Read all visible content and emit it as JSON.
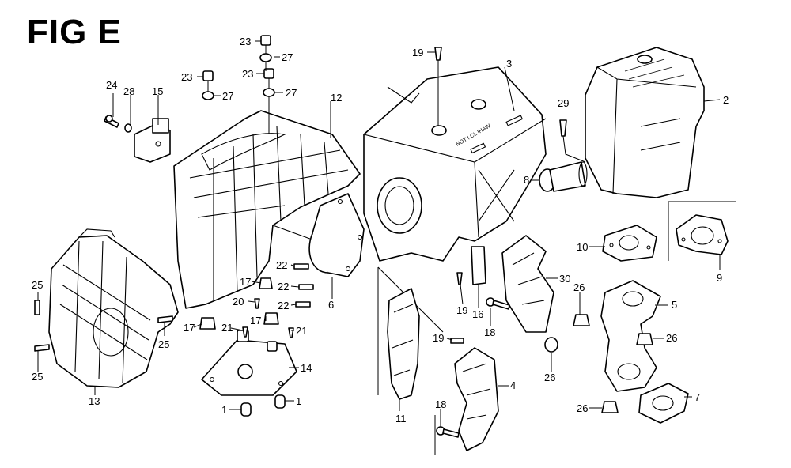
{
  "title": "FIG E",
  "stamp_text": "NOT I CL IHAW",
  "callouts": [
    {
      "id": "c23a",
      "text": "23"
    },
    {
      "id": "c27a",
      "text": "27"
    },
    {
      "id": "c23b",
      "text": "23"
    },
    {
      "id": "c27b",
      "text": "27"
    },
    {
      "id": "c23c",
      "text": "23"
    },
    {
      "id": "c27c",
      "text": "27"
    },
    {
      "id": "c24",
      "text": "24"
    },
    {
      "id": "c28",
      "text": "28"
    },
    {
      "id": "c15",
      "text": "15"
    },
    {
      "id": "c12",
      "text": "12"
    },
    {
      "id": "c19a",
      "text": "19"
    },
    {
      "id": "c3",
      "text": "3"
    },
    {
      "id": "c2",
      "text": "2"
    },
    {
      "id": "c29",
      "text": "29"
    },
    {
      "id": "c8",
      "text": "8"
    },
    {
      "id": "c10",
      "text": "10"
    },
    {
      "id": "c9",
      "text": "9"
    },
    {
      "id": "c5",
      "text": "5"
    },
    {
      "id": "c26a",
      "text": "26"
    },
    {
      "id": "c26b",
      "text": "26"
    },
    {
      "id": "c26c",
      "text": "26"
    },
    {
      "id": "c26d",
      "text": "26"
    },
    {
      "id": "c7",
      "text": "7"
    },
    {
      "id": "c30",
      "text": "30"
    },
    {
      "id": "c18a",
      "text": "18"
    },
    {
      "id": "c16",
      "text": "16"
    },
    {
      "id": "c19b",
      "text": "19"
    },
    {
      "id": "c19c",
      "text": "19"
    },
    {
      "id": "c4",
      "text": "4"
    },
    {
      "id": "c18b",
      "text": "18"
    },
    {
      "id": "c11",
      "text": "11"
    },
    {
      "id": "c6",
      "text": "6"
    },
    {
      "id": "c22a",
      "text": "22"
    },
    {
      "id": "c22b",
      "text": "22"
    },
    {
      "id": "c22c",
      "text": "22"
    },
    {
      "id": "c17a",
      "text": "17"
    },
    {
      "id": "c20",
      "text": "20"
    },
    {
      "id": "c17b",
      "text": "17"
    },
    {
      "id": "c21a",
      "text": "21"
    },
    {
      "id": "c17c",
      "text": "17"
    },
    {
      "id": "c21b",
      "text": "21"
    },
    {
      "id": "c14",
      "text": "14"
    },
    {
      "id": "c1a",
      "text": "1"
    },
    {
      "id": "c1b",
      "text": "1"
    },
    {
      "id": "c25a",
      "text": "25"
    },
    {
      "id": "c25b",
      "text": "25"
    },
    {
      "id": "c25c",
      "text": "25"
    },
    {
      "id": "c13",
      "text": "13"
    }
  ]
}
